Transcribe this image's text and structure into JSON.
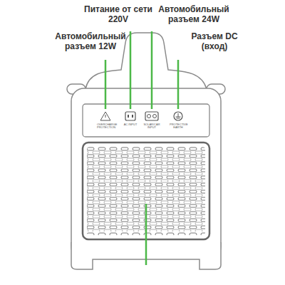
{
  "diagram": {
    "labels": [
      "Питание от сети 220V",
      "Автомобильный разъем 24W",
      "Автомобильный разъем 12W",
      "Разъем DC (вход)",
      "OVERCHARGE PROTECTION",
      "AC INPUT",
      "SOLAR/CAR INPUT",
      "PROTECTIVE EARTH"
    ]
  }
}
